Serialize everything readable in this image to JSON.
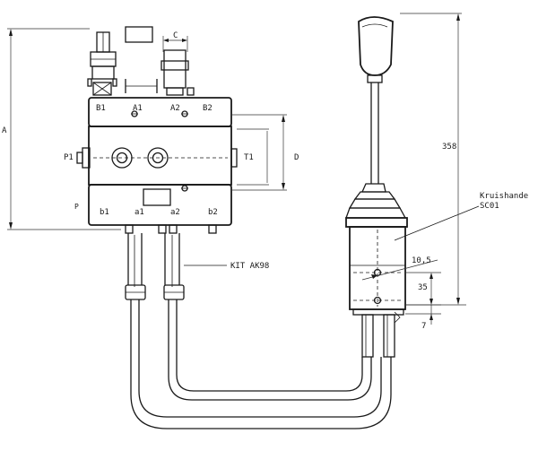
{
  "ports_top": {
    "b1": "B1",
    "a1": "A1",
    "a2": "A2",
    "b2": "B2"
  },
  "ports_side": {
    "p1": "P1",
    "t1": "T1"
  },
  "ports_bottom": {
    "b1": "b1",
    "a1": "a1",
    "a2": "a2",
    "b2": "b2"
  },
  "small_mark": "P",
  "dimensions": {
    "a": "A",
    "c": "C",
    "d": "D",
    "total": "358",
    "offset": "10,5",
    "stroke": "35",
    "base": "7"
  },
  "callouts": {
    "kit": "KIT AK98",
    "handle_line1": "Kruishande",
    "handle_line2": "SC01"
  }
}
